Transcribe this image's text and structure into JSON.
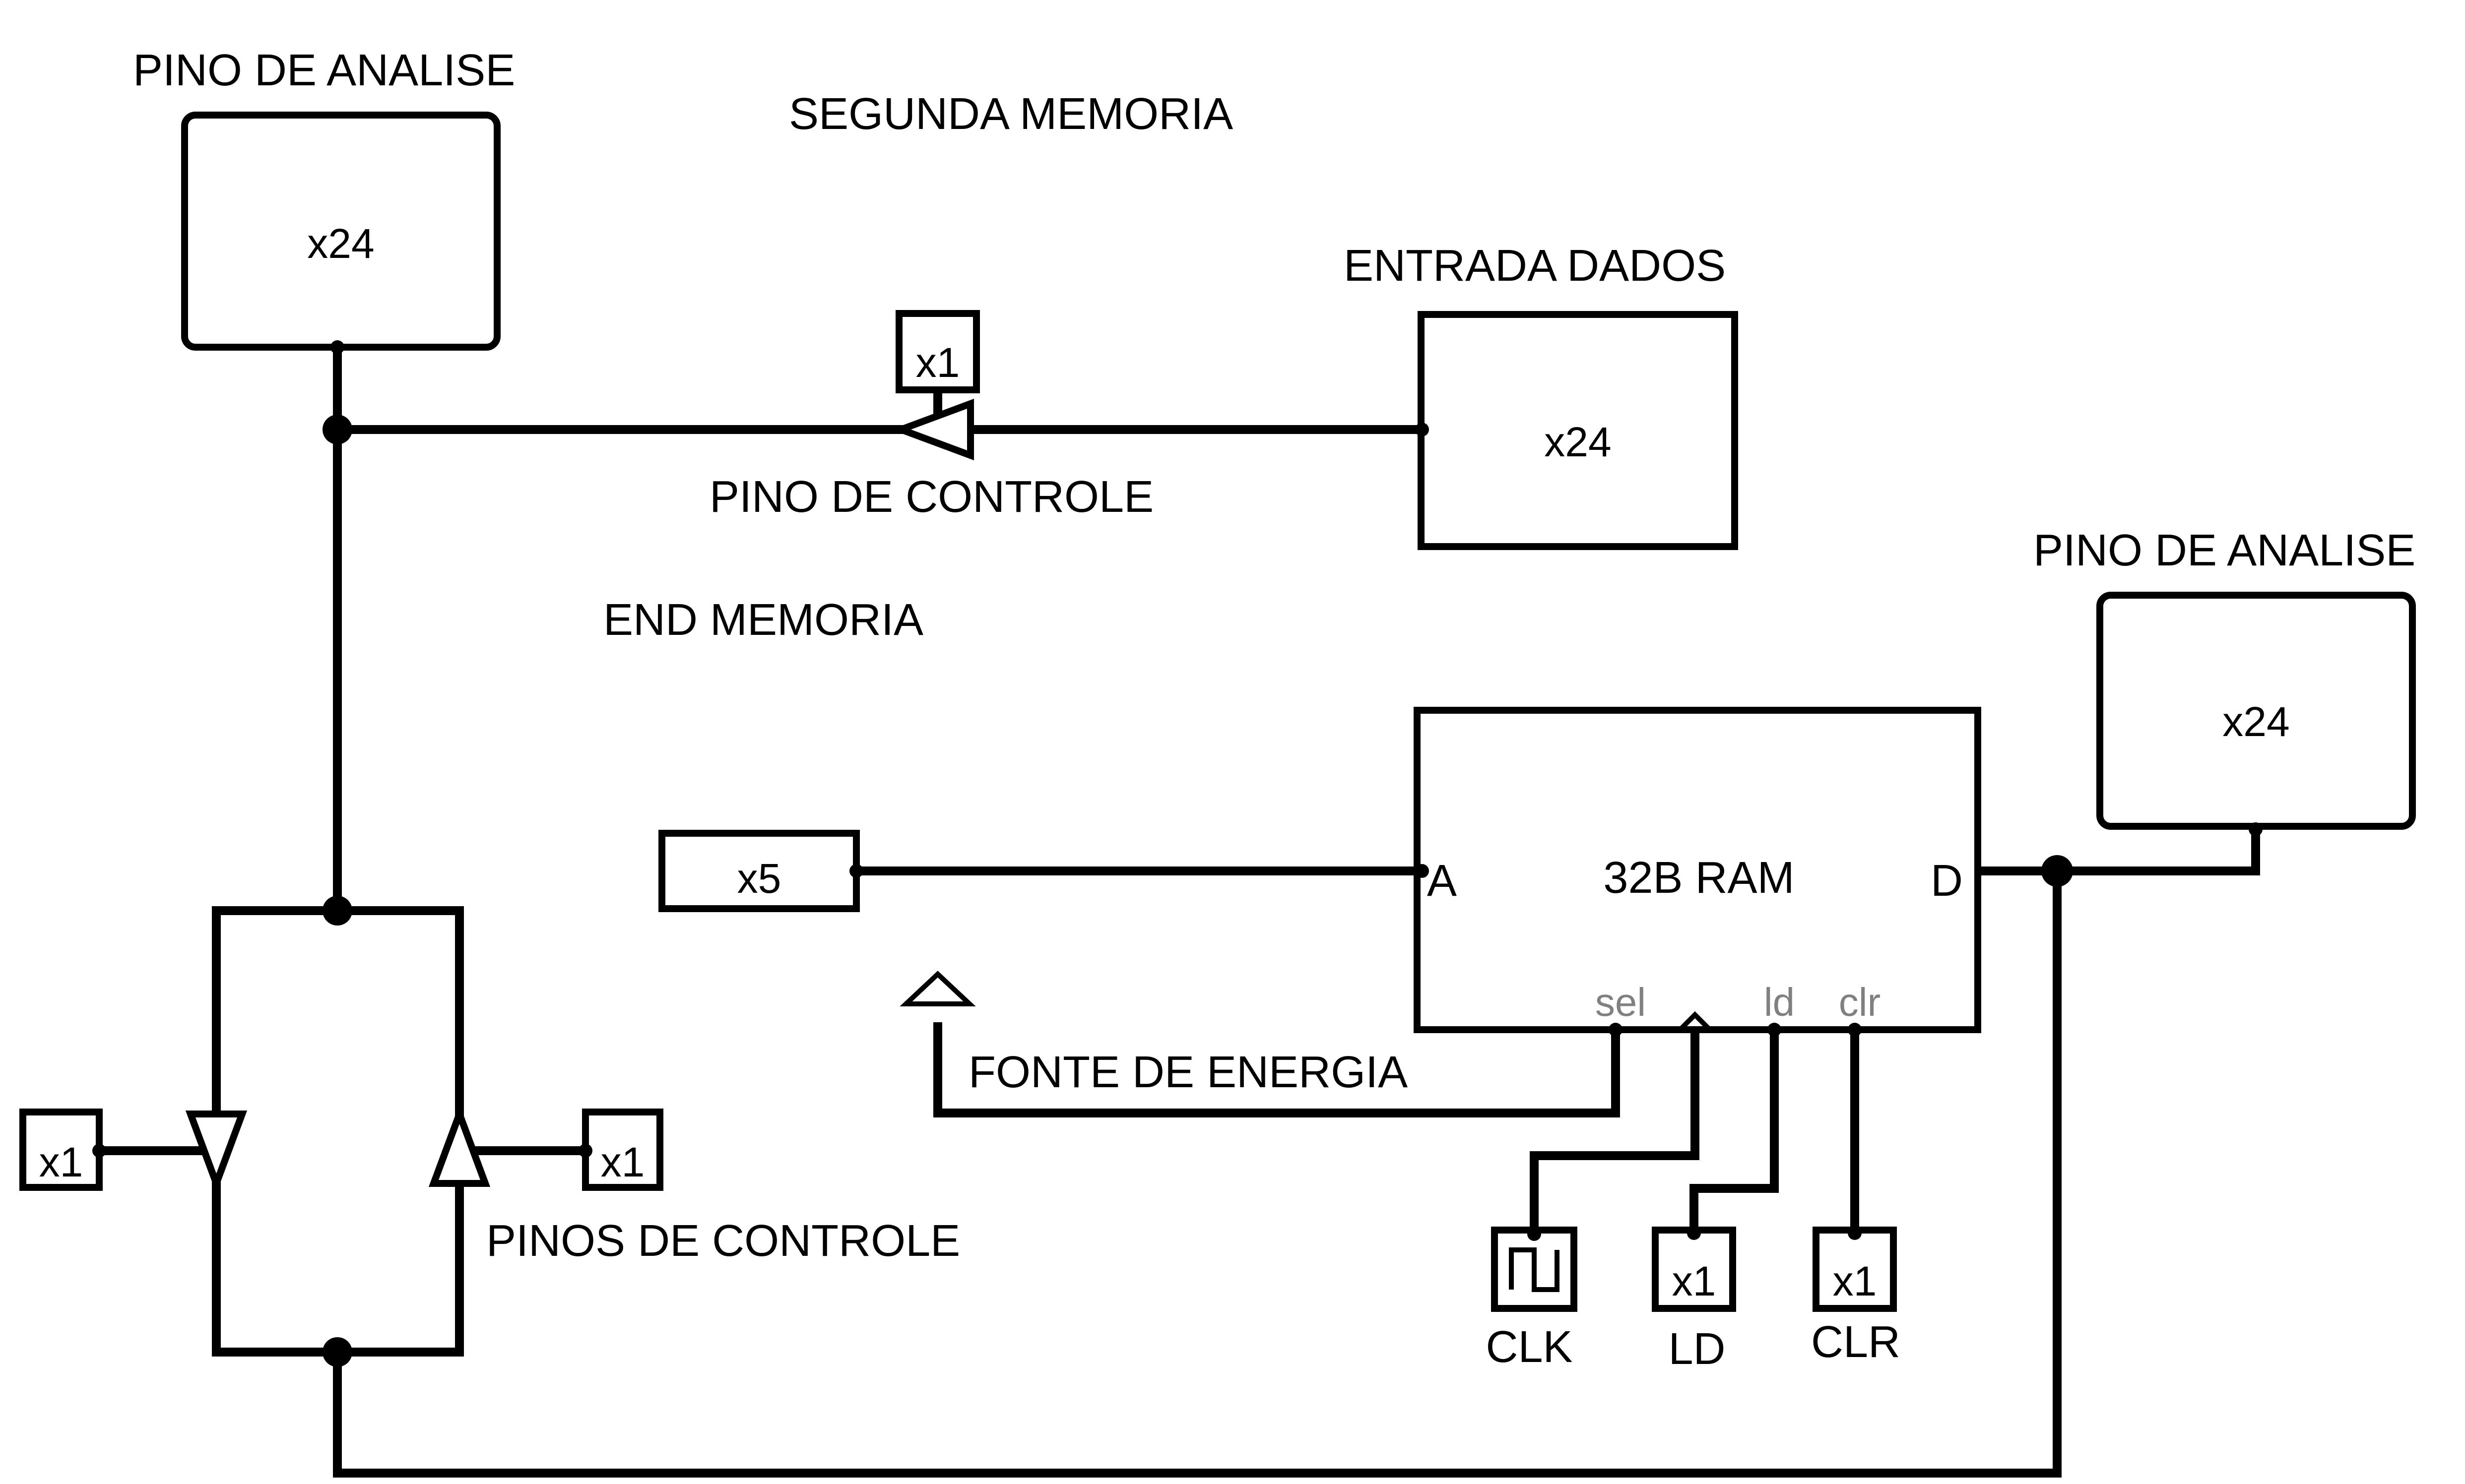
{
  "labels": {
    "pino_analise_top": "PINO DE ANALISE",
    "segunda_memoria": "SEGUNDA MEMORIA",
    "entrada_dados": "ENTRADA DADOS",
    "pino_controle": "PINO DE CONTROLE",
    "end_memoria": "END MEMORIA",
    "pino_analise_right": "PINO DE ANALISE",
    "fonte_energia": "FONTE DE ENERGIA",
    "pinos_controle": "PINOS DE CONTROLE",
    "clk": "CLK",
    "ld": "LD",
    "clr": "CLR"
  },
  "boxes": {
    "analise_top": "x24",
    "entrada_dados": "x24",
    "analise_right": "x24",
    "controle_top": "x1",
    "address": "x5",
    "ctrl_left": "x1",
    "ctrl_right": "x1",
    "ld_input": "x1",
    "clr_input": "x1"
  },
  "ram": {
    "title": "32B RAM",
    "pin_a": "A",
    "pin_d": "D",
    "pin_sel": "sel",
    "pin_ld": "ld",
    "pin_clr": "clr"
  }
}
